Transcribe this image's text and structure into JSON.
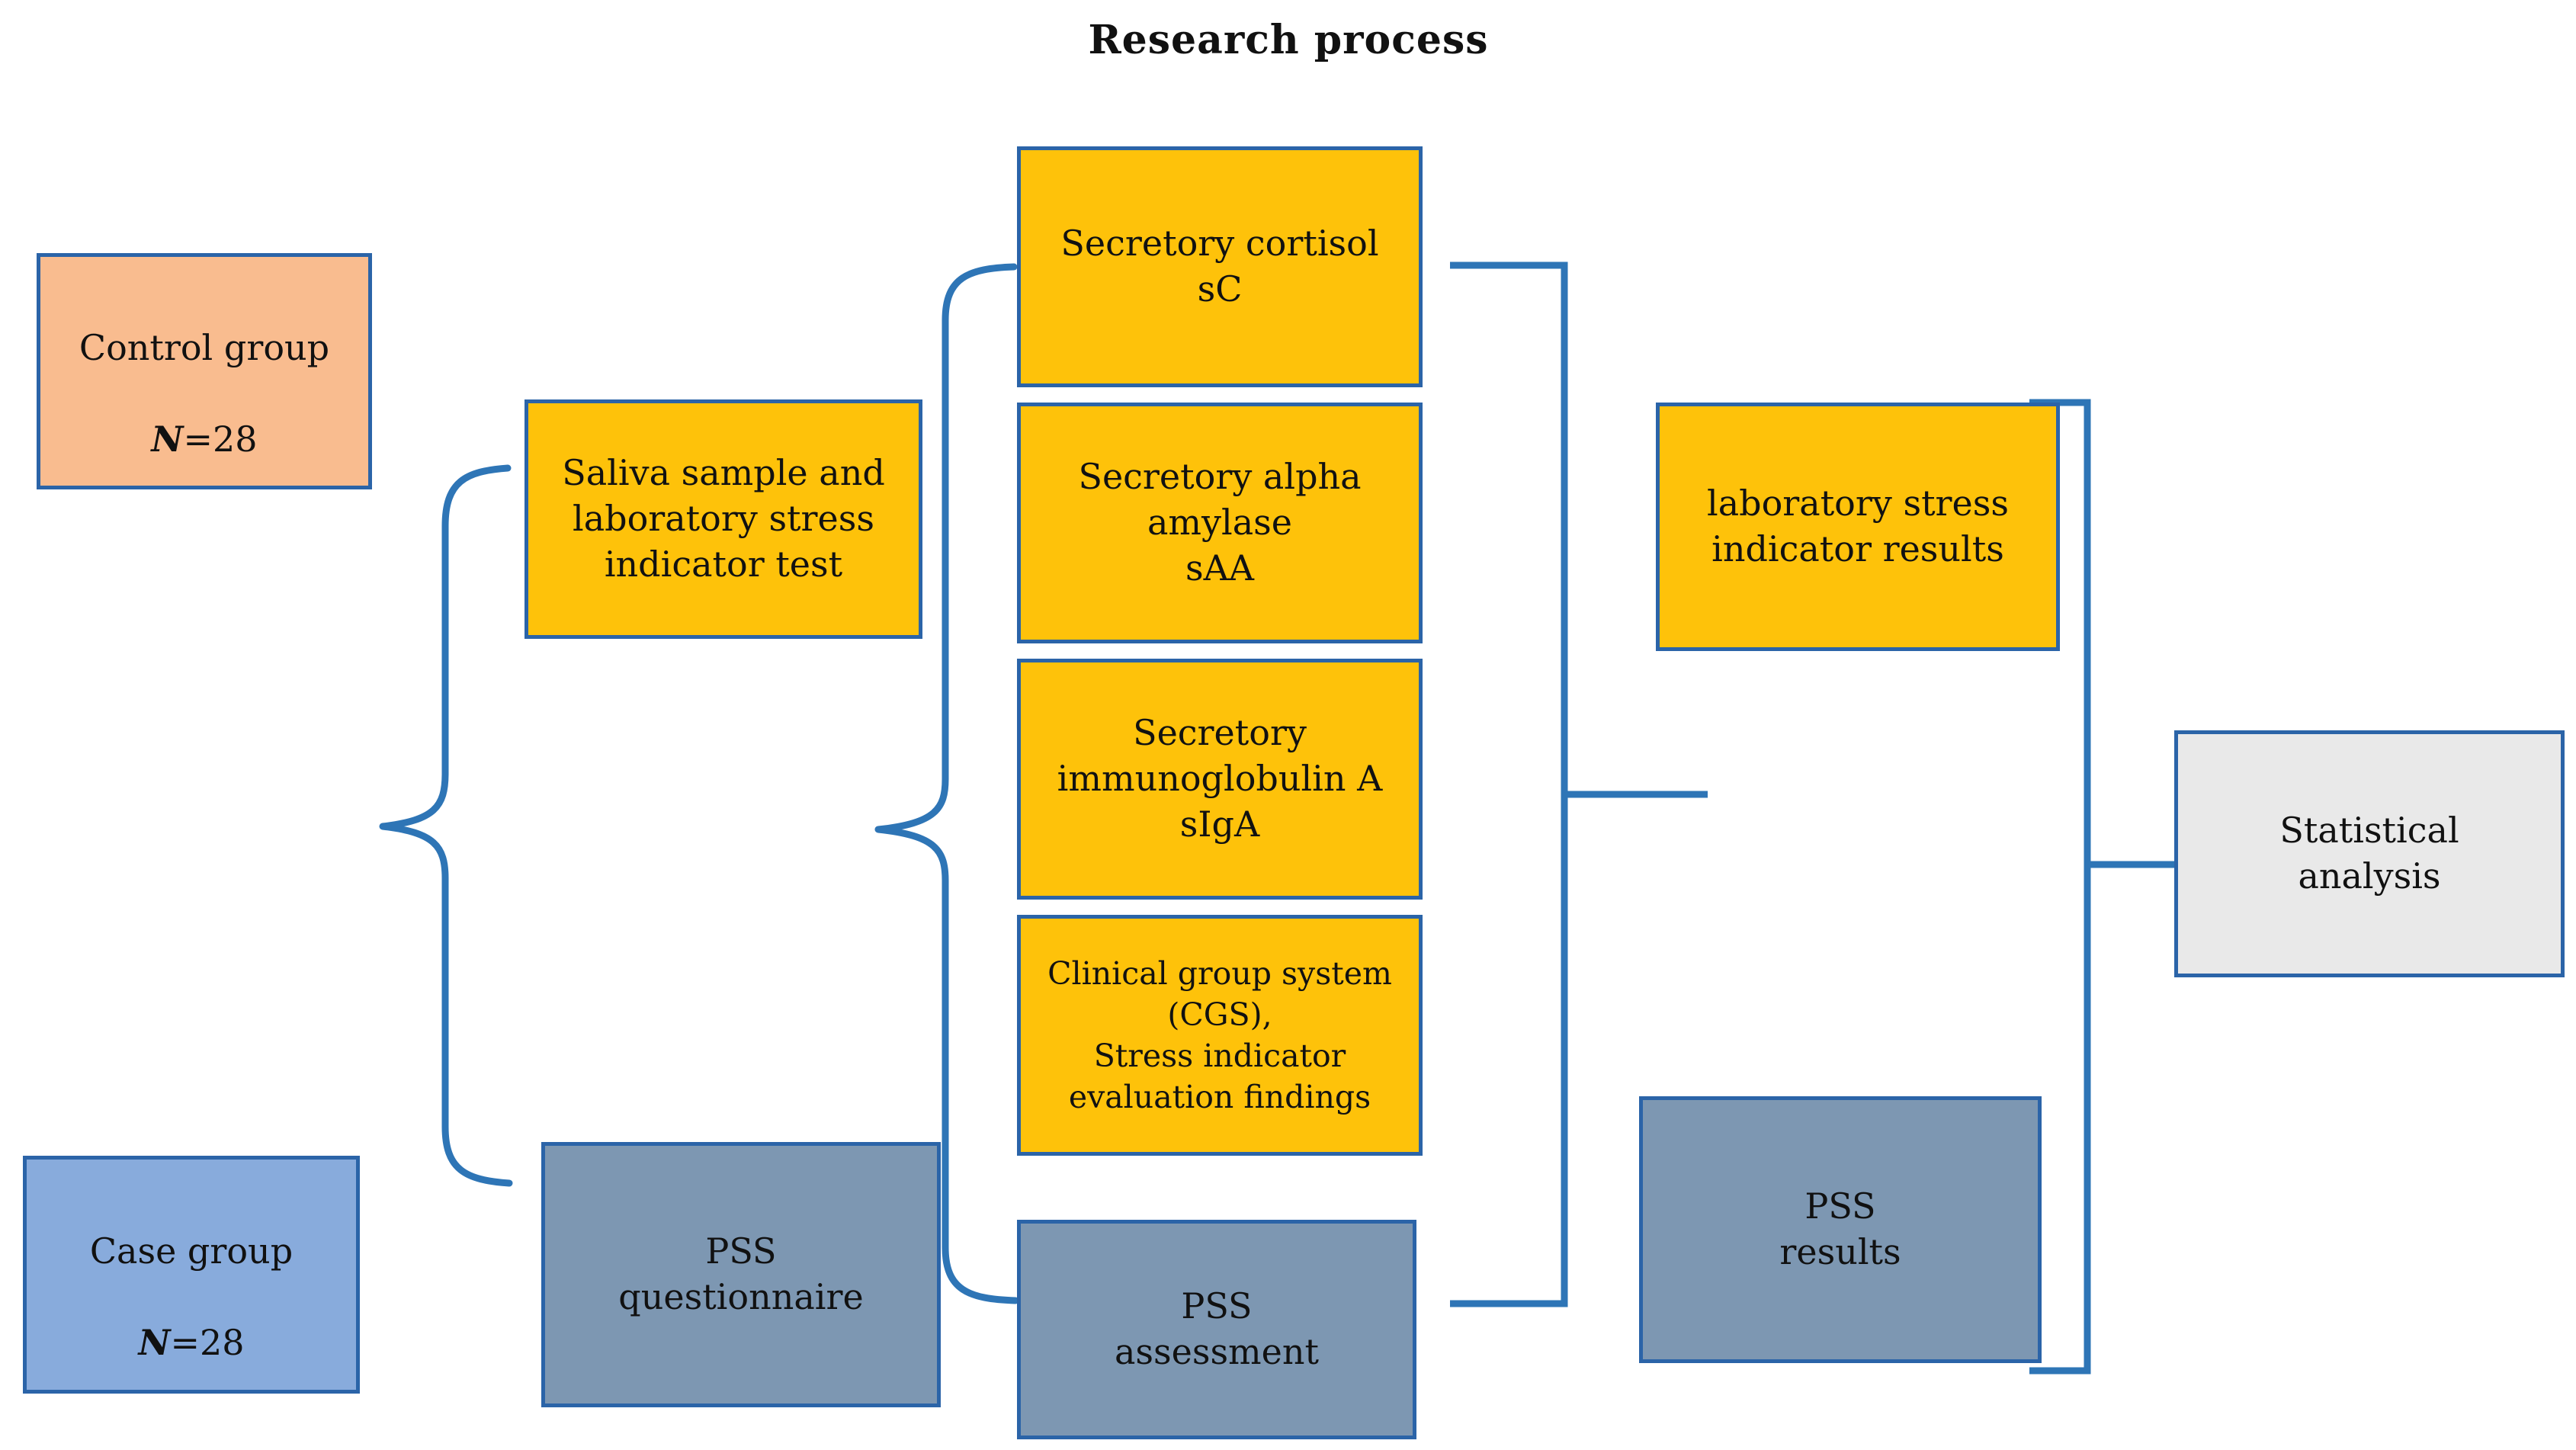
{
  "title": "Research process",
  "colors": {
    "page_bg": "#FFFFFF",
    "box_border": "#2B64A8",
    "connector": "#2E75B6",
    "peach": "#F9BC8F",
    "light_blue": "#88ABDC",
    "steel_blue": "#7D97B2",
    "gold": "#FEC20A",
    "light_gray": "#E9E9E9",
    "text": "#111111"
  },
  "boxes": {
    "control_group": {
      "line1": "Control group",
      "n_italic": "N",
      "n_rest": "=28"
    },
    "case_group": {
      "line1": "Case group",
      "n_italic": "N",
      "n_rest": "=28"
    },
    "saliva_test": {
      "text": "Saliva sample and\nlaboratory stress\nindicator test"
    },
    "pss_questionnaire": {
      "text": "PSS\nquestionnaire"
    },
    "secretory_cortisol": {
      "text": "Secretory cortisol\nsC"
    },
    "secretory_alpha_amylase": {
      "text": "Secretory alpha\namylase\nsAA"
    },
    "secretory_immunoglobulin": {
      "text": "Secretory\nimmunoglobulin A\nsIgA"
    },
    "clinical_group_system": {
      "text": "Clinical group system\n(CGS),\nStress indicator\nevaluation findings"
    },
    "pss_assessment": {
      "text": "PSS\nassessment"
    },
    "lab_results": {
      "text": "laboratory stress\nindicator results"
    },
    "pss_results": {
      "text": "PSS\nresults"
    },
    "statistical_analysis": {
      "text": "Statistical\nanalysis"
    }
  }
}
